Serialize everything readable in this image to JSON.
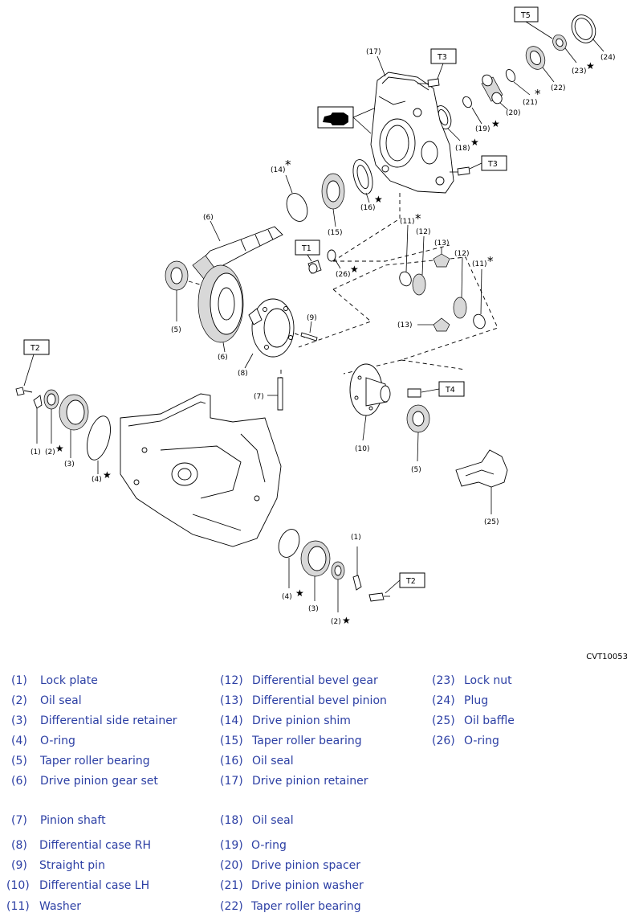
{
  "figure_code": "CVT10053",
  "torque_labels": [
    "T1",
    "T2",
    "T3",
    "T4",
    "T5"
  ],
  "callouts": {
    "n1": "(1)",
    "n2": "(2)",
    "n3": "(3)",
    "n4": "(4)",
    "n5": "(5)",
    "n6": "(6)",
    "n7": "(7)",
    "n8": "(8)",
    "n9": "(9)",
    "n10": "(10)",
    "n11": "(11)",
    "n12": "(12)",
    "n13": "(13)",
    "n14": "(14)",
    "n15": "(15)",
    "n16": "(16)",
    "n17": "(17)",
    "n18": "(18)",
    "n19": "(19)",
    "n20": "(20)",
    "n21": "(21)",
    "n22": "(22)",
    "n23": "(23)",
    "n24": "(24)",
    "n25": "(25)",
    "n26": "(26)"
  },
  "symbols": {
    "star": "★",
    "asterisk": "*"
  },
  "legend": {
    "col1": [
      {
        "num": "(1)",
        "name": "Lock plate"
      },
      {
        "num": "(2)",
        "name": "Oil seal"
      },
      {
        "num": "(3)",
        "name": "Differential side retainer"
      },
      {
        "num": "(4)",
        "name": "O-ring"
      },
      {
        "num": "(5)",
        "name": "Taper roller bearing"
      },
      {
        "num": "(6)",
        "name": "Drive pinion gear set"
      },
      {
        "num": "(7)",
        "name": "Pinion shaft"
      },
      {
        "num": "(8)",
        "name": "Differential case RH"
      },
      {
        "num": "(9)",
        "name": "Straight pin"
      },
      {
        "num": "(10)",
        "name": "Differential case LH"
      },
      {
        "num": "(11)",
        "name": "Washer"
      }
    ],
    "col2": [
      {
        "num": "(12)",
        "name": "Differential bevel gear"
      },
      {
        "num": "(13)",
        "name": "Differential bevel pinion"
      },
      {
        "num": "(14)",
        "name": "Drive pinion shim"
      },
      {
        "num": "(15)",
        "name": "Taper roller bearing"
      },
      {
        "num": "(16)",
        "name": "Oil seal"
      },
      {
        "num": "(17)",
        "name": "Drive pinion retainer"
      },
      {
        "num": "(18)",
        "name": "Oil seal"
      },
      {
        "num": "(19)",
        "name": "O-ring"
      },
      {
        "num": "(20)",
        "name": "Drive pinion spacer"
      },
      {
        "num": "(21)",
        "name": "Drive pinion washer"
      },
      {
        "num": "(22)",
        "name": "Taper roller bearing"
      }
    ],
    "col3": [
      {
        "num": "(23)",
        "name": "Lock nut"
      },
      {
        "num": "(24)",
        "name": "Plug"
      },
      {
        "num": "(25)",
        "name": "Oil baffle"
      },
      {
        "num": "(26)",
        "name": "O-ring"
      }
    ]
  },
  "colors": {
    "legend_text": "#2c3fa4",
    "diagram_ink": "#000000"
  }
}
